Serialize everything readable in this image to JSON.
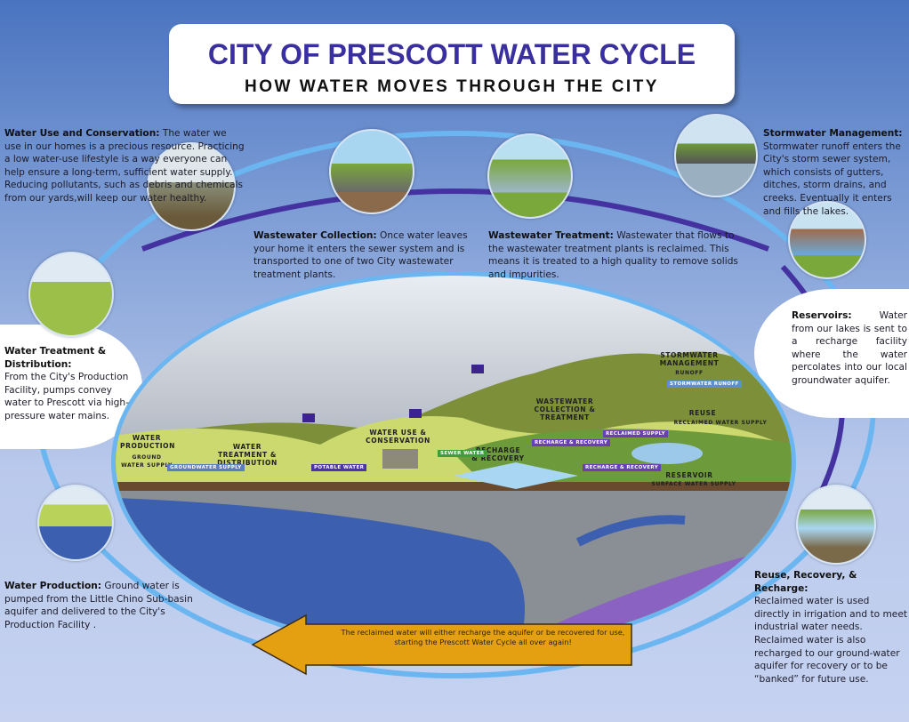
{
  "header": {
    "title": "CITY OF PRESCOTT WATER CYCLE",
    "subtitle": "HOW WATER MOVES THROUGH THE CITY"
  },
  "colors": {
    "title": "#3a2f9e",
    "ring_blue": "#6bb6f0",
    "ring_purple": "#4432a0",
    "arrow": "#e5a012",
    "purple_arrow": "#6a3fb5",
    "green_arrow": "#3f9e3a"
  },
  "panels": {
    "water_use": {
      "heading": "Water Use and Conservation:",
      "body": "The water we use in our homes is a precious resource. Practicing a low water-use lifestyle is a way everyone can help ensure a long-term, sufficient water supply. Reducing pollutants, such as debris and chemicals  from our yards,will keep our water healthy."
    },
    "wastewater_collection": {
      "heading": "Wastewater Collection:",
      "body": "Once water leaves your home it enters the sewer system and is transported to one of two City wastewater treatment plants."
    },
    "wastewater_treatment": {
      "heading": "Wastewater Treatment:",
      "body": "Wastewater that flows to the wastewater treatment plants is reclaimed. This means it is treated to a high quality to remove solids and impurities."
    },
    "stormwater": {
      "heading": "Stormwater Management:",
      "body": "Stormwater runoff enters the City's storm sewer system, which consists of gutters, ditches, storm drains, and creeks. Eventually  it enters  and fills the lakes."
    },
    "reservoirs": {
      "heading": "Reservoirs:",
      "body": "Water from our lakes is sent to a recharge facility where the water percolates into our local groundwater aquifer."
    },
    "treatment_distribution": {
      "heading": "Water Treatment & Distribution:",
      "body": "From the City's Production Facility, pumps convey water to Prescott via high-pressure water mains."
    },
    "production": {
      "heading": "Water Production:",
      "body": "Ground water is pumped from the Little Chino Sub-basin aquifer and delivered to the City's Production Facility ."
    },
    "reuse": {
      "heading": "Reuse, Recovery, & Recharge:",
      "body": "Reclaimed water is used directly in irrigation and to meet industrial water needs. Reclaimed water is also recharged to our ground-water aquifer for recovery or to be “banked” for future use."
    }
  },
  "diagram": {
    "water_production": "WATER PRODUCTION",
    "ground_water_supply": "GROUND WATER SUPPLY",
    "treatment_distribution": "WATER TREATMENT & DISTRIBUTION",
    "water_use": "WATER USE & CONSERVATION",
    "recharge": "RECHARGE & RECOVERY",
    "wastewater": "WASTEWATER COLLECTION & TREATMENT",
    "stormwater": "STORMWATER MANAGEMENT",
    "runoff": "RUNOFF",
    "reuse": "REUSE",
    "reclaimed_supply": "RECLAIMED WATER SUPPLY",
    "reservoir": "RESERVOIR",
    "surface_supply": "SURFACE WATER SUPPLY",
    "pipe_groundwater": "GROUNDWATER SUPPLY",
    "pipe_potable": "POTABLE WATER",
    "pipe_sewer": "SEWER WATER",
    "pipe_reclaimed": "RECLAIMED SUPPLY",
    "pipe_recharge1": "RECHARGE & RECOVERY",
    "pipe_recharge2": "RECHARGE & RECOVERY",
    "pipe_storm": "STORMWATER RUNOFF"
  },
  "footer_arrow": {
    "text": "The reclaimed water will either recharge the aquifer or be recovered for use, starting the Prescott Water Cycle all over again!"
  }
}
